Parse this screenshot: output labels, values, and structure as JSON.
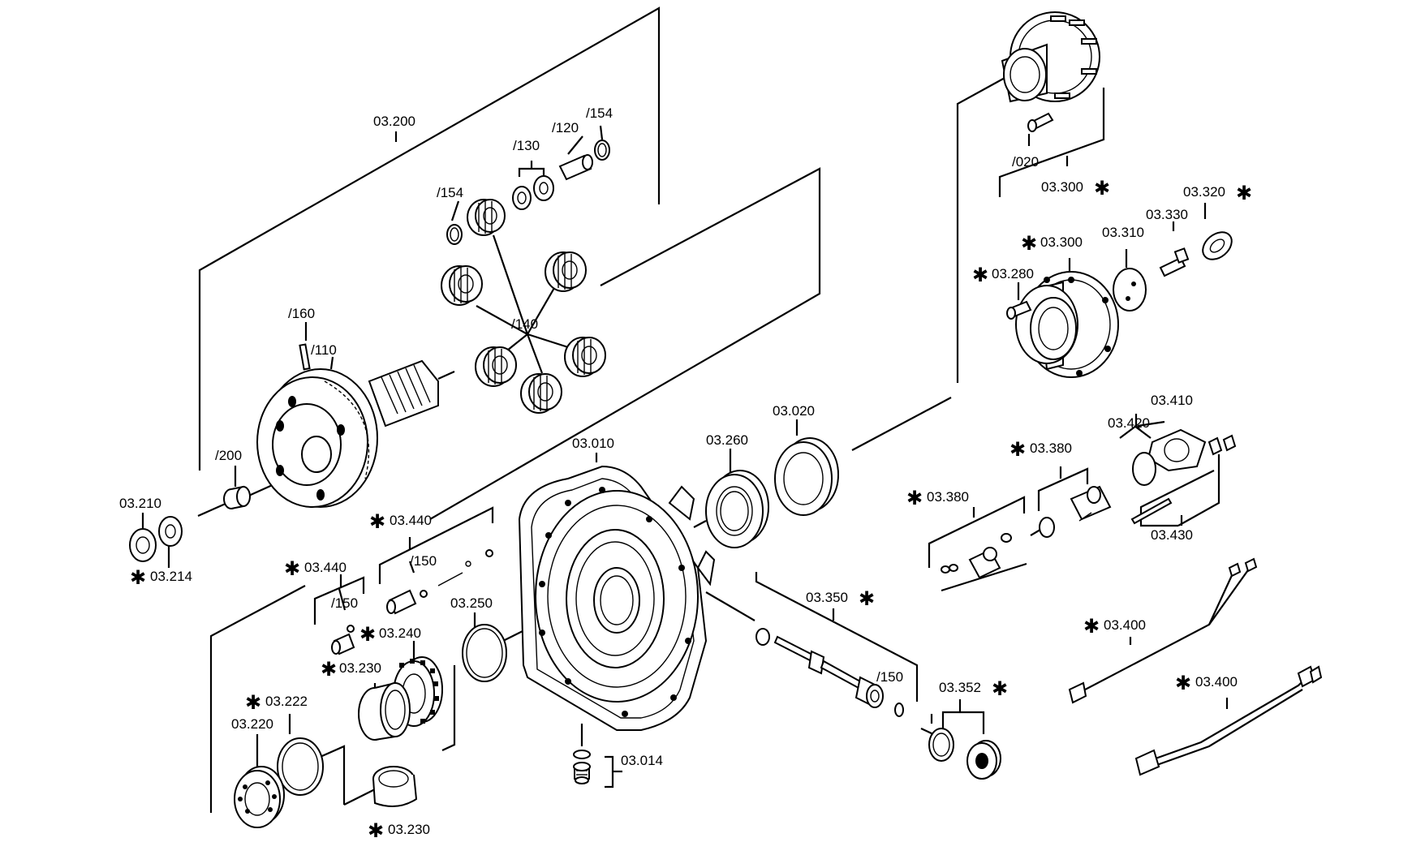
{
  "diagram": {
    "callouts": [
      {
        "id": "c_03_200",
        "text": "03.200",
        "star": ""
      },
      {
        "id": "c_154a",
        "text": "/154",
        "star": ""
      },
      {
        "id": "c_120",
        "text": "/120",
        "star": ""
      },
      {
        "id": "c_130",
        "text": "/130",
        "star": ""
      },
      {
        "id": "c_154b",
        "text": "/154",
        "star": ""
      },
      {
        "id": "c_140",
        "text": "/140",
        "star": ""
      },
      {
        "id": "c_160",
        "text": "/160",
        "star": ""
      },
      {
        "id": "c_110",
        "text": "/110",
        "star": ""
      },
      {
        "id": "c_200",
        "text": "/200",
        "star": ""
      },
      {
        "id": "c_03_210",
        "text": "03.210",
        "star": ""
      },
      {
        "id": "c_03_214",
        "text": "03.214",
        "star": "✱"
      },
      {
        "id": "c_03_440a",
        "text": "03.440",
        "star": "✱"
      },
      {
        "id": "c_150a",
        "text": "/150",
        "star": ""
      },
      {
        "id": "c_03_440b",
        "text": "03.440",
        "star": "✱"
      },
      {
        "id": "c_150b",
        "text": "/150",
        "star": ""
      },
      {
        "id": "c_03_240",
        "text": "03.240",
        "star": "✱"
      },
      {
        "id": "c_03_250",
        "text": "03.250",
        "star": ""
      },
      {
        "id": "c_03_230a",
        "text": "03.230",
        "star": "✱"
      },
      {
        "id": "c_03_222",
        "text": "03.222",
        "star": "✱"
      },
      {
        "id": "c_03_220",
        "text": "03.220",
        "star": ""
      },
      {
        "id": "c_03_230b",
        "text": "03.230",
        "star": "✱"
      },
      {
        "id": "c_03_010",
        "text": "03.010",
        "star": ""
      },
      {
        "id": "c_03_014",
        "text": "03.014",
        "star": ""
      },
      {
        "id": "c_03_260",
        "text": "03.260",
        "star": ""
      },
      {
        "id": "c_03_020",
        "text": "03.020",
        "star": ""
      },
      {
        "id": "c_03_350",
        "text": "03.350",
        "star": "✱"
      },
      {
        "id": "c_150c",
        "text": "/150",
        "star": ""
      },
      {
        "id": "c_03_352",
        "text": "03.352",
        "star": "✱"
      },
      {
        "id": "c_020",
        "text": "/020",
        "star": ""
      },
      {
        "id": "c_03_300a",
        "text": "03.300",
        "star": "✱"
      },
      {
        "id": "c_03_320",
        "text": "03.320",
        "star": "✱"
      },
      {
        "id": "c_03_330",
        "text": "03.330",
        "star": ""
      },
      {
        "id": "c_03_310",
        "text": "03.310",
        "star": ""
      },
      {
        "id": "c_03_300b",
        "text": "03.300",
        "star": "✱"
      },
      {
        "id": "c_03_280",
        "text": "03.280",
        "star": "✱"
      },
      {
        "id": "c_03_410",
        "text": "03.410",
        "star": ""
      },
      {
        "id": "c_03_420",
        "text": "03.420",
        "star": ""
      },
      {
        "id": "c_03_380a",
        "text": "03.380",
        "star": "✱"
      },
      {
        "id": "c_03_380b",
        "text": "03.380",
        "star": "✱"
      },
      {
        "id": "c_03_430",
        "text": "03.430",
        "star": ""
      },
      {
        "id": "c_03_400a",
        "text": "03.400",
        "star": "✱"
      },
      {
        "id": "c_03_400b",
        "text": "03.400",
        "star": "✱"
      }
    ]
  }
}
